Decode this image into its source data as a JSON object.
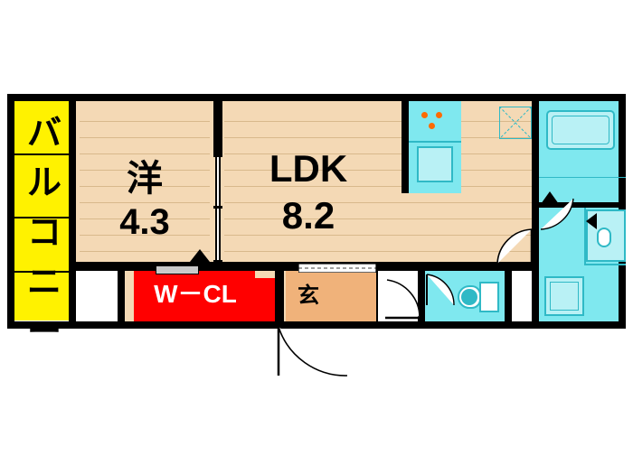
{
  "plan": {
    "title": "apartment-floor-plan",
    "rooms": [
      {
        "id": "balcony",
        "label": "バルコニー",
        "label_chars": [
          "バ",
          "ル",
          "コ",
          "ニ",
          "ー"
        ],
        "color": "#fff200",
        "orientation": "vertical"
      },
      {
        "id": "washitsu",
        "label": "洋",
        "size": "4.3",
        "color": "#f4d9b5"
      },
      {
        "id": "ldk",
        "label": "LDK",
        "size": "8.2",
        "color": "#f4d9b5"
      },
      {
        "id": "closet",
        "label": "W－CL",
        "color": "#ff0000"
      },
      {
        "id": "entrance",
        "label": "玄",
        "color": "#f0b27a"
      },
      {
        "id": "bath",
        "label": "",
        "color": "#7fe8ef"
      },
      {
        "id": "toilet",
        "label": "",
        "color": "#7fe8ef"
      },
      {
        "id": "kitchen",
        "label": "",
        "color": "#7fe8ef"
      }
    ],
    "colors": {
      "wall": "#000000",
      "floor": "#f4d9b5",
      "balcony": "#fff200",
      "closet": "#ff0000",
      "water": "#7fe8ef",
      "entrance": "#f0b27a",
      "background": "#ffffff"
    }
  }
}
